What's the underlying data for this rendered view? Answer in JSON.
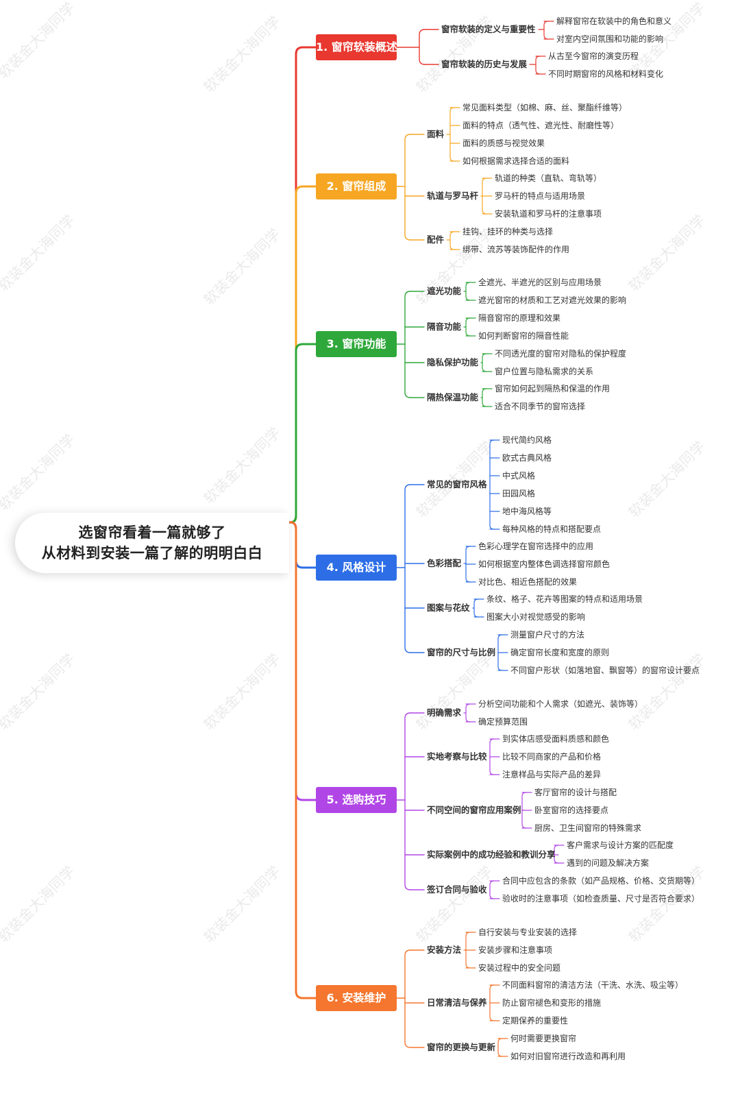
{
  "root": {
    "lines": [
      "选窗帘看着一篇就够了",
      "从材料到安装一篇了解的明明白白"
    ]
  },
  "watermark": "软装金大海同学",
  "categories": [
    {
      "label": "1. 窗帘软装概述",
      "color": "#e8382f",
      "subs": [
        {
          "label": "窗帘软装的定义与重要性",
          "leaves": [
            "解释窗帘在软装中的角色和意义",
            "对室内空间氛围和功能的影响"
          ]
        },
        {
          "label": "窗帘软装的历史与发展",
          "leaves": [
            "从古至今窗帘的演变历程",
            "不同时期窗帘的风格和材料变化"
          ]
        }
      ]
    },
    {
      "label": "2. 窗帘组成",
      "color": "#f6a623",
      "subs": [
        {
          "label": "面料",
          "leaves": [
            "常见面料类型（如棉、麻、丝、聚酯纤维等）",
            "面料的特点（透气性、遮光性、耐磨性等）",
            "面料的质感与视觉效果",
            "如何根据需求选择合适的面料"
          ]
        },
        {
          "label": "轨道与罗马杆",
          "leaves": [
            "轨道的种类（直轨、弯轨等）",
            "罗马杆的特点与适用场景",
            "安装轨道和罗马杆的注意事项"
          ]
        },
        {
          "label": "配件",
          "leaves": [
            "挂钩、挂环的种类与选择",
            "绑带、流苏等装饰配件的作用"
          ]
        }
      ]
    },
    {
      "label": "3. 窗帘功能",
      "color": "#2ea83a",
      "subs": [
        {
          "label": "遮光功能",
          "leaves": [
            "全遮光、半遮光的区别与应用场景",
            "遮光窗帘的材质和工艺对遮光效果的影响"
          ]
        },
        {
          "label": "隔音功能",
          "leaves": [
            "隔音窗帘的原理和效果",
            "如何判断窗帘的隔音性能"
          ]
        },
        {
          "label": "隐私保护功能",
          "leaves": [
            "不同透光度的窗帘对隐私的保护程度",
            "窗户位置与隐私需求的关系"
          ]
        },
        {
          "label": "隔热保温功能",
          "leaves": [
            "窗帘如何起到隔热和保温的作用",
            "适合不同季节的窗帘选择"
          ]
        }
      ]
    },
    {
      "label": "4. 风格设计",
      "color": "#2d6ee6",
      "subs": [
        {
          "label": "常见的窗帘风格",
          "leaves": [
            "现代简约风格",
            "欧式古典风格",
            "中式风格",
            "田园风格",
            "地中海风格等",
            "每种风格的特点和搭配要点"
          ]
        },
        {
          "label": "色彩搭配",
          "leaves": [
            "色彩心理学在窗帘选择中的应用",
            "如何根据室内整体色调选择窗帘颜色",
            "对比色、相近色搭配的效果"
          ]
        },
        {
          "label": "图案与花纹",
          "leaves": [
            "条纹、格子、花卉等图案的特点和适用场景",
            "图案大小对视觉感受的影响"
          ]
        },
        {
          "label": "窗帘的尺寸与比例",
          "leaves": [
            "测量窗户尺寸的方法",
            "确定窗帘长度和宽度的原则",
            "不同窗户形状（如落地窗、飘窗等）的窗帘设计要点"
          ]
        }
      ]
    },
    {
      "label": "5. 选购技巧",
      "color": "#b146e6",
      "subs": [
        {
          "label": "明确需求",
          "leaves": [
            "分析空间功能和个人需求（如遮光、装饰等）",
            "确定预算范围"
          ]
        },
        {
          "label": "实地考察与比较",
          "leaves": [
            "到实体店感受面料质感和颜色",
            "比较不同商家的产品和价格",
            "注意样品与实际产品的差异"
          ]
        },
        {
          "label": "不同空间的窗帘应用案例",
          "leaves": [
            "客厅窗帘的设计与搭配",
            "卧室窗帘的选择要点",
            "厨房、卫生间窗帘的特殊需求"
          ]
        },
        {
          "label": "实际案例中的成功经验和教训分享",
          "leaves": [
            "客户需求与设计方案的匹配度",
            "遇到的问题及解决方案"
          ]
        },
        {
          "label": "签订合同与验收",
          "leaves": [
            "合同中应包含的条款（如产品规格、价格、交货期等）",
            "验收时的注意事项（如检查质量、尺寸是否符合要求）"
          ]
        }
      ]
    },
    {
      "label": "6. 安装维护",
      "color": "#f5762e",
      "subs": [
        {
          "label": "安装方法",
          "leaves": [
            "自行安装与专业安装的选择",
            "安装步骤和注意事项",
            "安装过程中的安全问题"
          ]
        },
        {
          "label": "日常清洁与保养",
          "leaves": [
            "不同面料窗帘的清洁方法（干洗、水洗、吸尘等）",
            "防止窗帘褪色和变形的措施",
            "定期保养的重要性"
          ]
        },
        {
          "label": "窗帘的更换与更新",
          "leaves": [
            "何时需要更换窗帘",
            "如何对旧窗帘进行改造和再利用"
          ]
        }
      ]
    }
  ]
}
